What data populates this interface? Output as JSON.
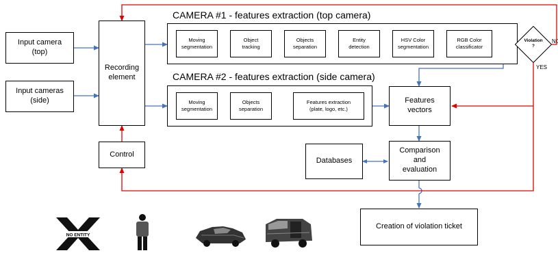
{
  "inputs": {
    "camera_top": "Input camera\n(top)",
    "cameras_side": "Input cameras\n(side)"
  },
  "recording_element": "Recording\nelement",
  "control": "Control",
  "camera1": {
    "title": "CAMERA #1 - features extraction (top camera)",
    "steps": [
      "Moving\nsegmentation",
      "Object\ntracking",
      "Objects\nseparation",
      "Entity\ndetection",
      "HSV Color\nsegmentation",
      "RGB Color\nclassificator"
    ]
  },
  "camera2": {
    "title": "CAMERA #2 - features extraction (side camera)",
    "steps": [
      "Moving\nsegmentation",
      "Objects\nseparation",
      "Features extraction\n(plate, logo, etc.)"
    ]
  },
  "decision": {
    "label": "Violation\n?",
    "no": "NO",
    "yes": "YES"
  },
  "features_vectors": "Features\nvectors",
  "comparison": "Comparison\nand\nevaluation",
  "databases": "Databases",
  "ticket": "Creation of violation ticket",
  "icons": [
    "no-entity-icon",
    "person-icon",
    "car-icon",
    "truck-icon"
  ],
  "icon_texts": {
    "no_entity": "NO ENTITY"
  },
  "colors": {
    "blue_arrow": "#4472c4",
    "red_arrow": "#e00000"
  }
}
